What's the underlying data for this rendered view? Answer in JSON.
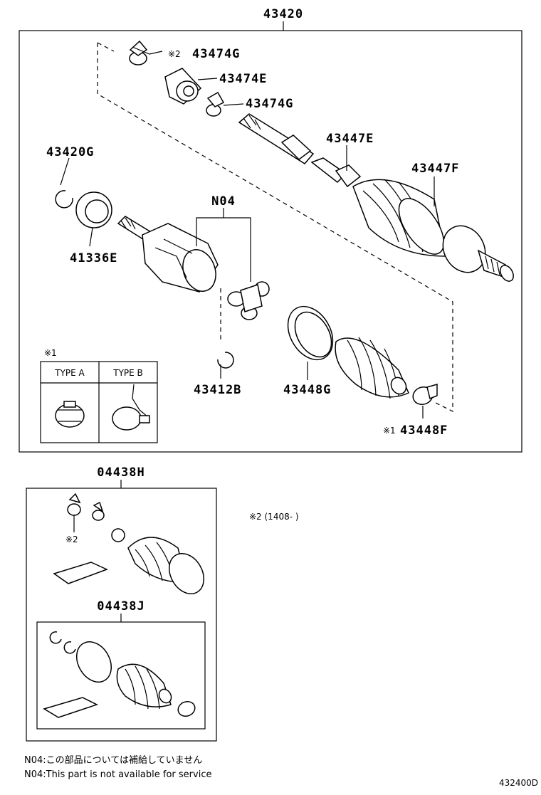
{
  "labels": {
    "assembly": "43420",
    "clamp_top": "43474G",
    "clamp_top_mark": "※2",
    "damper": "43474E",
    "clamp_mid": "43474G",
    "shaft": "43447E",
    "boot_clamp": "43447F",
    "snap_ring": "43420G",
    "bearing": "41336E",
    "n04": "N04",
    "snap_ring_inner": "43412B",
    "inboard_band": "43448G",
    "inboard_clamp": "43448F",
    "inboard_clamp_mark": "※1",
    "note1_mark": "※1",
    "type_a": "TYPE A",
    "type_b": "TYPE B",
    "kit_outer": "04438H",
    "kit_outer_mark": "※2",
    "kit_inner": "04438J",
    "note2": "※2 (1408-        )",
    "footnote_jp": "N04:この部品については補給していません",
    "footnote_en": "N04:This part is not available for service",
    "diagram_id": "432400D"
  }
}
